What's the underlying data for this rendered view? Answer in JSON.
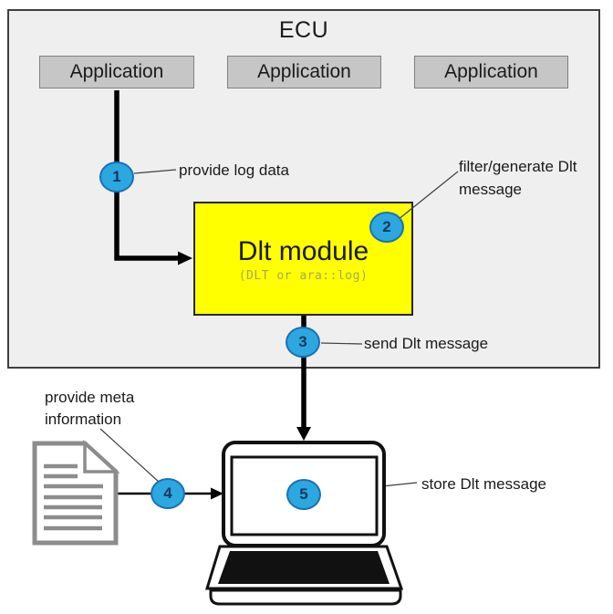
{
  "ecu": {
    "title": "ECU",
    "applications": [
      "Application",
      "Application",
      "Application"
    ]
  },
  "dlt_module": {
    "title": "Dlt module",
    "subtitle": "(DLT or ara::log)"
  },
  "steps": [
    {
      "number": "1",
      "label": "provide log data"
    },
    {
      "number": "2",
      "label": "filter/generate Dlt\nmessage"
    },
    {
      "number": "3",
      "label": "send Dlt message"
    },
    {
      "number": "4",
      "label": "provide meta\ninformation"
    },
    {
      "number": "5",
      "label": "store Dlt message"
    }
  ],
  "icons": {
    "document": "document-icon",
    "laptop": "laptop-icon"
  },
  "colors": {
    "accent_blue": "#2ba8e0",
    "circle_border": "#1b6fb5",
    "circle_number": "#17375d",
    "module_yellow": "#ffff00",
    "module_border": "#262626",
    "ecu_fill": "#efefef",
    "ecu_border": "#3f3f3f",
    "app_fill": "#c6c6c6",
    "app_border": "#7f7f7f",
    "doc_gray": "#8c8c8c",
    "subtitle_gray": "#a6a65a",
    "line_black": "#000000",
    "laptop_black": "#111111",
    "text_black": "#1a1a1a"
  }
}
